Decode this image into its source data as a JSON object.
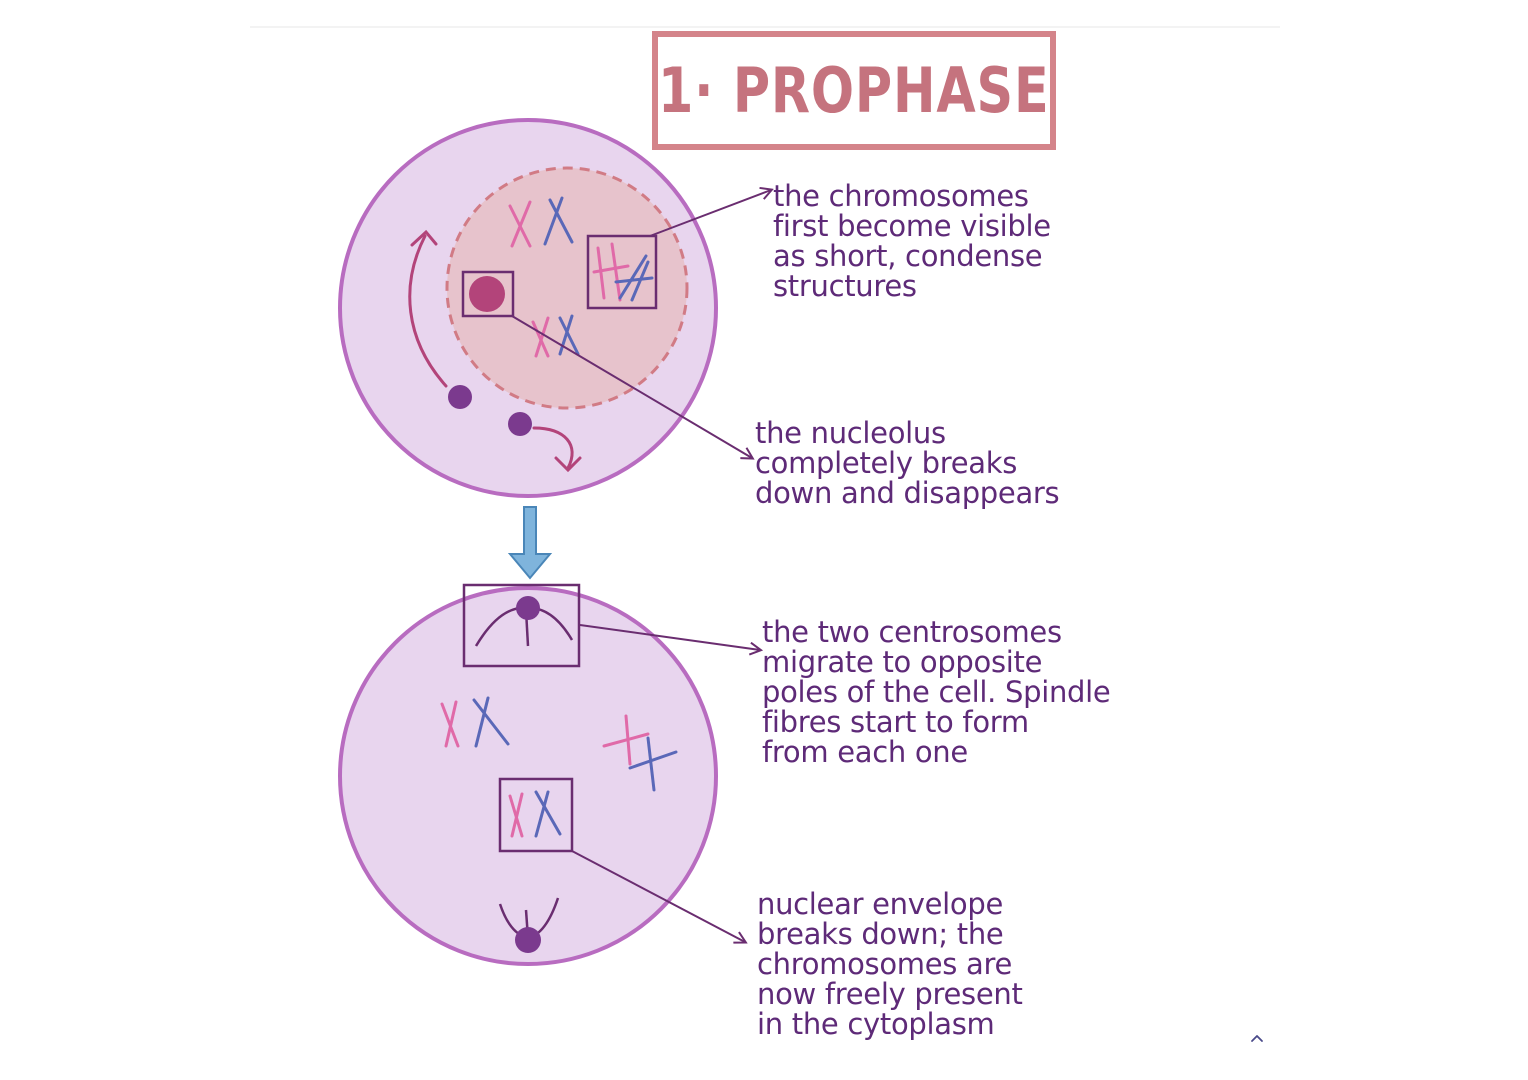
{
  "title": "1· PROPHASE",
  "notes": {
    "chromosomes_visible": "the chromosomes\nfirst become visible\nas short, condense\nstructures",
    "nucleolus": "the nucleolus\ncompletely breaks\ndown and disappears",
    "centrosomes": "the two centrosomes\nmigrate to opposite\npoles of the cell. Spindle\nfibres start to form\nfrom each one",
    "nuclear_envelope": "nuclear envelope\nbreaks down; the\nchromosomes are\nnow freely present\nin the cytoplasm"
  },
  "colors": {
    "cell_fill": "#e8d5ee",
    "cell_border": "#b86cc0",
    "nucleus_fill": "#e7c3cc",
    "nucleus_dash": "#d17b85",
    "chromosome_pink": "#e06aa8",
    "chromosome_blue": "#5a68b8",
    "nucleolus": "#b3447a",
    "centrosome": "#7b3a8e",
    "box_outline": "#6a2d70",
    "arrow_blue": "#7fb4dc",
    "title": "#c5737e",
    "text": "#5e2a78"
  },
  "icons": {
    "scroll_up": "chevron-up-icon"
  }
}
